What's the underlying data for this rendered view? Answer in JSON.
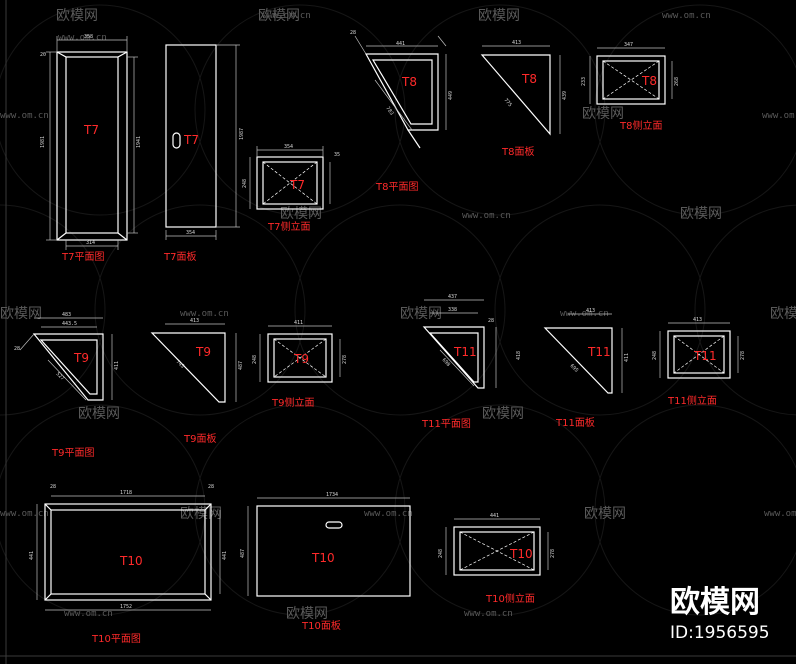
{
  "watermark": {
    "brand": "欧模网",
    "url": "www.om.cn",
    "id_text": "ID:1956595"
  },
  "panels": {
    "t7": {
      "plan": "T7",
      "plan_caption": "T7平面图",
      "panel": "T7",
      "panel_caption": "T7面板",
      "side": "T7",
      "side_caption": "T7侧立面",
      "dims": {
        "top_outer": "358",
        "inner_width": "314",
        "height_total": "1981",
        "height_inner": "1941",
        "panel_height": "1987",
        "panel_width": "354",
        "side_width": "354",
        "side_height": "248",
        "base": "20",
        "side_a": "35"
      }
    },
    "t8": {
      "plan": "T8",
      "plan_caption": "T8平面图",
      "panel": "T8",
      "panel_caption": "T8面板",
      "side": "T8",
      "side_caption": "T8侧立面",
      "dims": {
        "plan_top": "441",
        "plan_diag": "783",
        "plan_right": "449",
        "plan_corner": "28",
        "panel_top": "413",
        "panel_diag": "775",
        "panel_right": "439",
        "side_width": "347",
        "side_left": "233",
        "side_right": "268"
      }
    },
    "t9": {
      "plan": "T9",
      "plan_caption": "T9平面图",
      "panel": "T9",
      "panel_caption": "T9面板",
      "side": "T9",
      "side_caption": "T9侧立面",
      "dims": {
        "plan_top": "483",
        "plan_inner": "443.5",
        "plan_right": "411",
        "plan_diag": "527",
        "panel_top": "413",
        "panel_right": "487",
        "panel_diag": "743",
        "side_width": "411",
        "side_left": "248",
        "side_right": "278",
        "corner": "28"
      }
    },
    "t11": {
      "plan": "T11",
      "plan_caption": "T11平面图",
      "panel": "T11",
      "panel_caption": "T11面板",
      "side": "T11",
      "side_caption": "T11侧立面",
      "dims": {
        "plan_top": "437",
        "plan_inner": "338",
        "plan_right": "418",
        "plan_diag": "698",
        "panel_top": "413",
        "panel_right": "411",
        "panel_diag": "695",
        "side_width": "413",
        "side_left": "248",
        "side_right": "278",
        "corner": "28"
      }
    },
    "t10": {
      "plan": "T10",
      "plan_caption": "T10平面图",
      "panel": "T10",
      "panel_caption": "T10面板",
      "side": "T10",
      "side_caption": "T10侧立面",
      "dims": {
        "plan_top": "1718",
        "plan_bottom": "1752",
        "plan_left": "441",
        "plan_right": "441",
        "corner_l": "28",
        "corner_r": "28",
        "panel_top": "1734",
        "panel_left": "487",
        "side_width": "441",
        "side_left": "248",
        "side_right": "278"
      }
    }
  }
}
